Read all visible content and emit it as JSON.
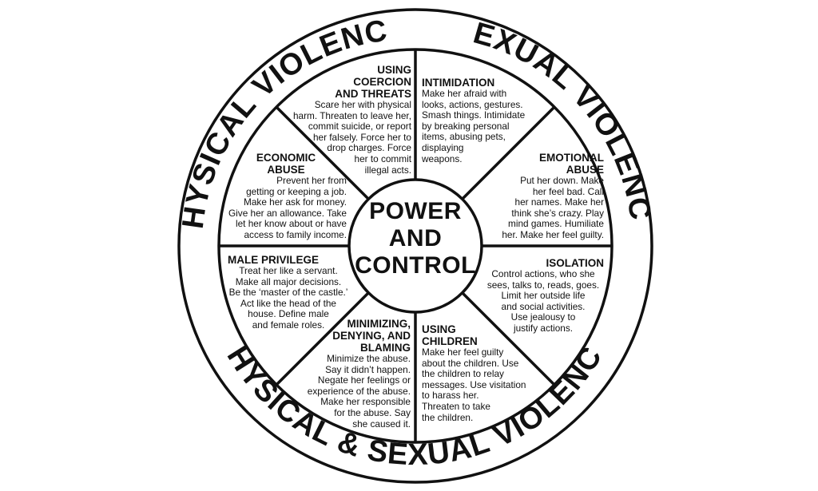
{
  "ring": {
    "top_left": "PHYSICAL VIOLENCE",
    "top_right": "SEXUAL VIOLENCE",
    "bottom": "PHYSICAL & SEXUAL VIOLENCE"
  },
  "center": {
    "line1": "POWER",
    "line2": "AND",
    "line3": "CONTROL"
  },
  "segments": {
    "coercion": {
      "title": [
        "USING",
        "COERCION",
        "AND THREATS"
      ],
      "body": [
        "Scare her with physical",
        "harm. Threaten to leave her,",
        "commit suicide, or report",
        "her falsely. Force her to",
        "drop charges. Force",
        "her to commit",
        "illegal acts."
      ]
    },
    "intimidation": {
      "title": [
        "INTIMIDATION"
      ],
      "body": [
        "Make her afraid with",
        "looks, actions, gestures.",
        "Smash things. Intimidate",
        "by breaking personal",
        "items, abusing pets,",
        "displaying",
        "weapons."
      ]
    },
    "economic": {
      "title": [
        "ECONOMIC",
        "ABUSE"
      ],
      "body": [
        "Prevent her from",
        "getting or keeping a job.",
        "Make her ask for money.",
        "Give her an allowance. Take",
        "let her know about or have",
        "access to family income."
      ]
    },
    "emotional": {
      "title": [
        "EMOTIONAL",
        "ABUSE"
      ],
      "body": [
        "Put her down. Make",
        "her feel bad. Call",
        "her names. Make her",
        "think she’s crazy. Play",
        "mind games. Humiliate",
        "her. Make her feel guilty."
      ]
    },
    "male_privilege": {
      "title": [
        "MALE PRIVILEGE"
      ],
      "body": [
        "Treat her like a servant.",
        "Make all major decisions.",
        "Be the ‘master of the castle.’",
        "Act like the head of the",
        "house. Define male",
        "and female roles."
      ]
    },
    "isolation": {
      "title": [
        "ISOLATION"
      ],
      "body": [
        "Control actions, who she",
        "sees, talks to, reads, goes.",
        "Limit her outside life",
        "and social activities.",
        "Use jealousy to",
        "justify actions."
      ]
    },
    "minimizing": {
      "title": [
        "MINIMIZING,",
        "DENYING, AND",
        "BLAMING"
      ],
      "body": [
        "Minimize the abuse.",
        "Say it didn’t happen.",
        "Negate her feelings or",
        "experience of the abuse.",
        "Make her responsible",
        "for the abuse. Say",
        "she caused it."
      ]
    },
    "children": {
      "title": [
        "USING",
        "CHILDREN"
      ],
      "body": [
        "Make her feel guilty",
        "about the children. Use",
        "the children to relay",
        "messages. Use visitation",
        "to harass her.",
        "Threaten to take",
        "the children."
      ]
    }
  }
}
